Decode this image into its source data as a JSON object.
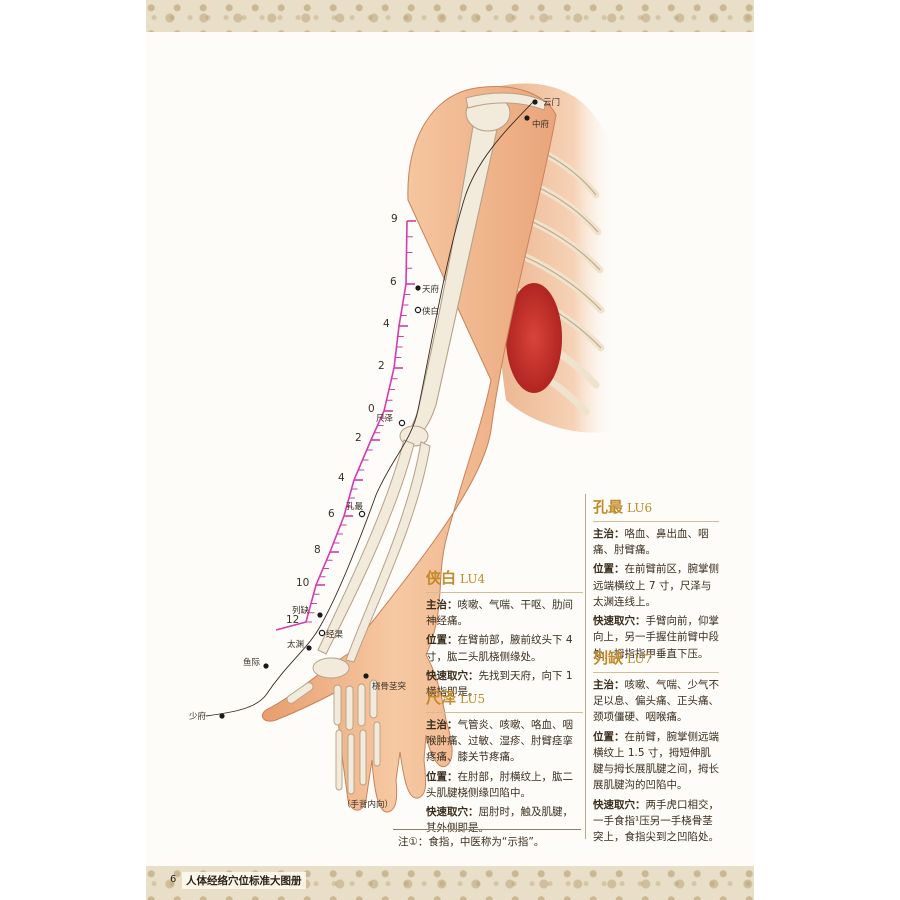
{
  "scale": {
    "ticks": [
      {
        "label": "9",
        "value": 9
      },
      {
        "label": "6",
        "value": 6
      },
      {
        "label": "4",
        "value": 4
      },
      {
        "label": "2",
        "value": 2
      },
      {
        "label": "0",
        "value": 0
      },
      {
        "label": "2",
        "value": 2
      },
      {
        "label": "4",
        "value": 4
      },
      {
        "label": "6",
        "value": 6
      },
      {
        "label": "8",
        "value": 8
      },
      {
        "label": "10",
        "value": 10
      },
      {
        "label": "12",
        "value": 12
      }
    ]
  },
  "figure_labels": {
    "shaofu": "少府",
    "yuji": "鱼际",
    "taiyuan": "太渊",
    "jingqu": "经渠",
    "lieque": "列缺",
    "kongzui": "孔最",
    "chize": "尺泽",
    "xiabai": "侠白",
    "tianfu": "天府",
    "yunmen": "云门",
    "zhongfu": "中府",
    "rao_jing": "桡骨茎突",
    "hand_note": "（手背内向）"
  },
  "acupoints": [
    {
      "name": "孔最",
      "code": "LU6",
      "indication": "咯血、鼻出血、咽痛、肘臂痛。",
      "location": "在前臂前区，腕掌侧远端横纹上 7 寸，尺泽与太渊连线上。",
      "quick": "手臂向前，仰掌向上，另一手握住前臂中段处，拇指指甲垂直下压。"
    },
    {
      "name": "侠白",
      "code": "LU4",
      "indication": "咳嗽、气喘、干呕、肋间神经痛。",
      "location": "在臂前部，腋前纹头下 4 寸，肱二头肌桡侧缘处。",
      "quick": "先找到天府，向下 1 横指即是。"
    },
    {
      "name": "列缺",
      "code": "LU7",
      "indication": "咳嗽、气喘、少气不足以息、偏头痛、正头痛、颈项僵硬、咽喉痛。",
      "location": "在前臂，腕掌侧远端横纹上 1.5 寸，拇短伸肌腱与拇长展肌腱之间，拇长展肌腱沟的凹陷中。",
      "quick": "两手虎口相交，一手食指¹压另一手桡骨茎突上，食指尖到之凹陷处。"
    },
    {
      "name": "尺泽",
      "code": "LU5",
      "indication": "气管炎、咳嗽、咯血、咽喉肿痛、过敏、湿疹、肘臂痉挛疼痛、膝关节疼痛。",
      "location": "在肘部，肘横纹上，肱二头肌腱桡侧缘凹陷中。",
      "quick": "屈肘时，触及肌腱，其外侧即是。"
    }
  ],
  "labels": {
    "indication": "主治：",
    "location": "位置：",
    "quick": "快速取穴："
  },
  "note": "注①：食指，中医称为“示指”。",
  "footer": {
    "page_number": "6",
    "book_title": "人体经络穴位标准大图册"
  },
  "colors": {
    "title_gold": "#c18a2a",
    "scale_magenta": "#d23cae",
    "skin": "#efb48c",
    "bone": "#f2eadb"
  }
}
